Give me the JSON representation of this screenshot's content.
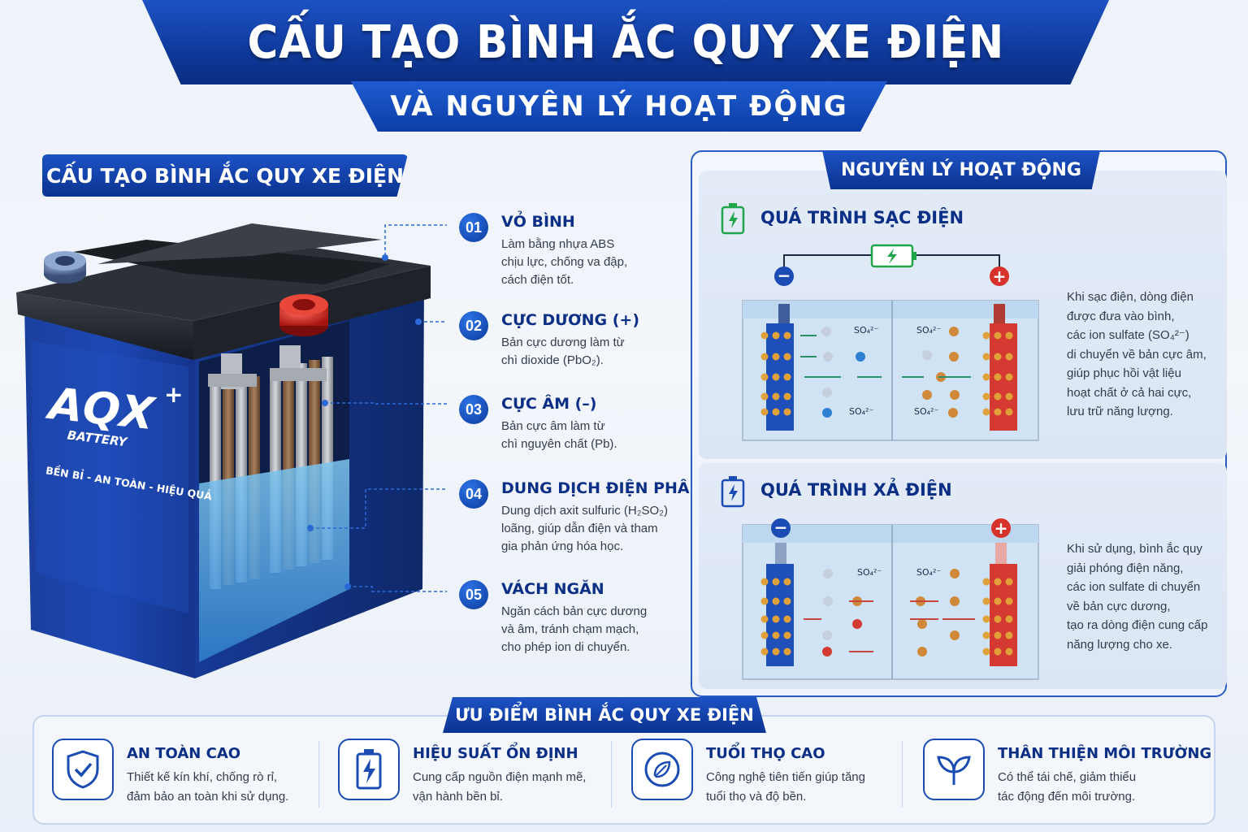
{
  "header": {
    "title": "CẤU TẠO BÌNH ẮC QUY XE ĐIỆN",
    "subtitle": "VÀ NGUYÊN LÝ HOẠT ĐỘNG"
  },
  "structure": {
    "badge": "CẤU TẠO BÌNH ẮC QUY XE ĐIỆN",
    "battery": {
      "brand": "AQX",
      "brand_sub": "BATTERY",
      "plus": "+",
      "tagline": "BỀN BỈ - AN TOÀN - HIỆU QUẢ"
    },
    "items": [
      {
        "num": "01",
        "title": "VỎ BÌNH",
        "lines": [
          "Làm bằng nhựa ABS",
          "chịu lực, chống va đập,",
          "cách điện tốt."
        ]
      },
      {
        "num": "02",
        "title": "CỰC DƯƠNG (+)",
        "lines": [
          "Bản cực dương làm từ",
          "chì dioxide (PbO₂)."
        ]
      },
      {
        "num": "03",
        "title": "CỰC ÂM (–)",
        "lines": [
          "Bản cực âm làm từ",
          "chì nguyên chất (Pb)."
        ]
      },
      {
        "num": "04",
        "title": "DUNG DỊCH ĐIỆN PHÂN",
        "lines": [
          "Dung dịch axit sulfuric (H₂SO₂)",
          "loãng, giúp dẫn điện và tham",
          "gia phản ứng hóa học."
        ]
      },
      {
        "num": "05",
        "title": "VÁCH NGĂN",
        "lines": [
          "Ngăn cách bản cực dương",
          "và âm, tránh chạm mạch,",
          "cho phép ion di chuyển."
        ]
      }
    ]
  },
  "principle": {
    "badge": "NGUYÊN LÝ HOẠT ĐỘNG",
    "charge": {
      "title": "QUÁ TRÌNH SẠC ĐIỆN",
      "lines": [
        "Khi sạc điện, dòng điện",
        "được đưa vào bình,",
        "các ion sulfate (SO₄²⁻)",
        "di chuyển về bản cực âm,",
        "giúp phục hồi vật liệu",
        "hoạt chất ở cả hai cực,",
        "lưu trữ năng lượng."
      ],
      "ion_label": "SO₄²⁻",
      "minus": "−",
      "plus": "+"
    },
    "discharge": {
      "title": "QUÁ TRÌNH XẢ ĐIỆN",
      "lines": [
        "Khi sử dụng, bình ắc quy",
        "giải phóng điện năng,",
        "các ion sulfate di chuyển",
        "về bản cực dương,",
        "tạo ra dòng điện cung cấp",
        "năng lượng cho xe."
      ],
      "ion_label": "SO₄²⁻",
      "minus": "−",
      "plus": "+"
    }
  },
  "advantages": {
    "badge": "ƯU ĐIỂM BÌNH ẮC QUY XE ĐIỆN",
    "items": [
      {
        "title": "AN TOÀN CAO",
        "lines": [
          "Thiết kế kín khí, chống rò rỉ,",
          "đảm bảo an toàn khi sử dụng."
        ],
        "icon": "shield-check-icon"
      },
      {
        "title": "HIỆU SUẤT ỔN ĐỊNH",
        "lines": [
          "Cung cấp nguồn điện mạnh mẽ,",
          "vận hành bền bỉ."
        ],
        "icon": "battery-bolt-icon"
      },
      {
        "title": "TUỔI THỌ CAO",
        "lines": [
          "Công nghệ tiên tiến giúp tăng",
          "tuổi thọ và độ bền."
        ],
        "icon": "recycle-leaf-icon"
      },
      {
        "title": "THÂN THIỆN MÔI TRƯỜNG",
        "lines": [
          "Có thể tái chế, giảm thiểu",
          "tác động đến môi trường."
        ],
        "icon": "leaf-icon"
      }
    ]
  },
  "colors": {
    "primary": "#0c3ea6",
    "positive": "#d7322c",
    "negative": "#1a4cb3",
    "charge_icon": "#1fa54a"
  }
}
